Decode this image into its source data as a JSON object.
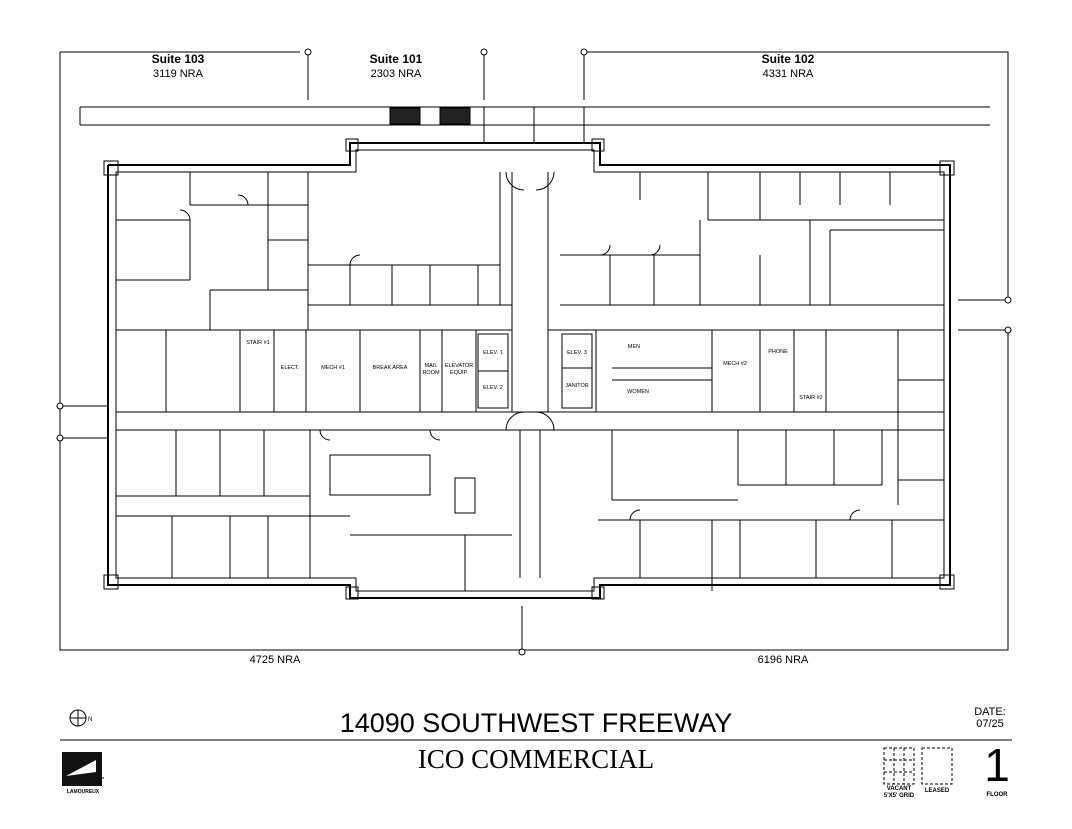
{
  "suites": [
    {
      "name": "Suite 103",
      "area": "3119 NRA"
    },
    {
      "name": "Suite 101",
      "area": "2303 NRA"
    },
    {
      "name": "Suite 102",
      "area": "4331 NRA"
    }
  ],
  "bottom_areas": [
    "4725 NRA",
    "6196 NRA"
  ],
  "rooms": {
    "stair1": "STAIR #1",
    "elect": "ELECT.",
    "mech1": "MECH #1",
    "break_area": "BREAK AREA",
    "mail_room_1": "MAIL",
    "mail_room_2": "ROOM",
    "elevator_equip_1": "ELEVATOR",
    "elevator_equip_2": "EQUIP.",
    "elev1": "ELEV. 1",
    "elev2": "ELEV. 2",
    "elev3": "ELEV. 3",
    "janitor": "JANITOR",
    "men": "MEN",
    "women": "WOMEN",
    "mech2": "MECH #2",
    "phone": "PHONE",
    "stair2": "STAIR #2"
  },
  "title": {
    "address": "14090 SOUTHWEST FREEWAY",
    "company": "ICO COMMERCIAL"
  },
  "date": {
    "label": "DATE:",
    "value": "07/25"
  },
  "floor": {
    "number": "1",
    "label": "FLOOR"
  },
  "legend": {
    "vacant_1": "VACANT",
    "vacant_2": "5'X5' GRID",
    "leased": "LEASED"
  },
  "logo_text": "LAMOUREUX",
  "north_symbol": "N"
}
